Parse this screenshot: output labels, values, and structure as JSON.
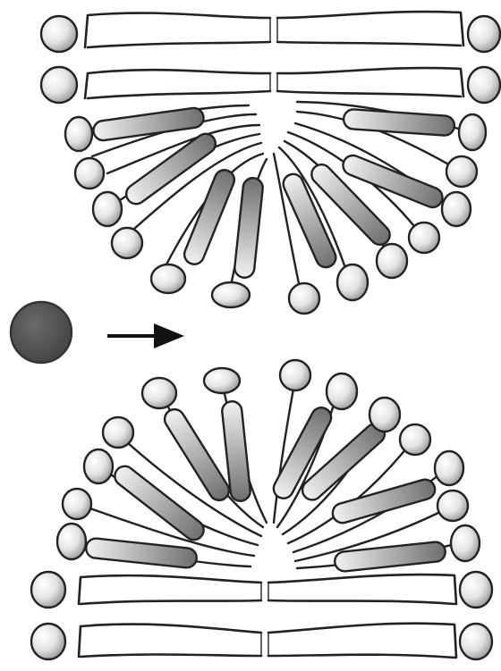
{
  "diagram": {
    "layers": [
      {
        "kind": "bilayer-top",
        "rows": 2
      },
      {
        "kind": "inverted-cone-top"
      },
      {
        "kind": "inverted-cone-bottom"
      },
      {
        "kind": "bilayer-bottom",
        "rows": 2
      }
    ],
    "particle": {
      "color": "#555555",
      "icon": "filled-circle"
    },
    "arrow": {
      "icon": "right-arrow",
      "color": "#111111"
    },
    "colors": {
      "headgroup_light": "#f5f5f5",
      "headgroup_dark": "#b5b5b5",
      "rod_light": "#e9e9e9",
      "rod_dark": "#7d7d7d",
      "stroke": "#222222"
    }
  }
}
